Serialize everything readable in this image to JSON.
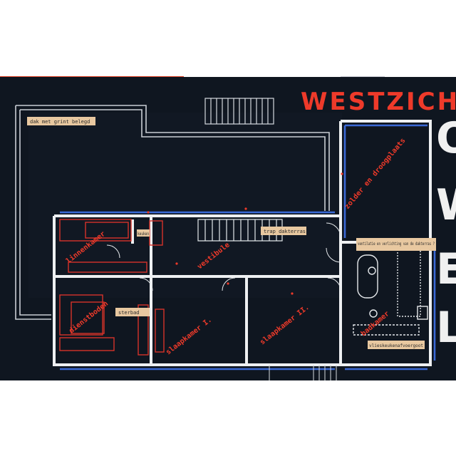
{
  "header": {
    "title": "WESTZICHT",
    "side_letters": [
      "O",
      "W",
      "E",
      "L"
    ]
  },
  "tags": {
    "roof": "dak met grint belegd",
    "stair": "trap dakterras",
    "vent": "ventilatie en verlichting van de dakterras ?",
    "kitchen_cab": "keuken",
    "sterbad": "sterbad",
    "bath_bottom": "vlieskeukenafvoergoot"
  },
  "rooms": {
    "linnen": "linnenkamer",
    "vestibule": "vestibule",
    "zolder": "zolder en droogplaats",
    "dienst": "dienstboden",
    "slaap1": "slaapkamer I.",
    "slaap2": "slaapkamer II.",
    "bad": "badkamer"
  },
  "colors": {
    "ground": "#0f1620",
    "wall": "#eef0f2",
    "accent_blue": "#3a69d6",
    "label_red": "#ee3a2a",
    "tag": "#e8c8a0"
  }
}
